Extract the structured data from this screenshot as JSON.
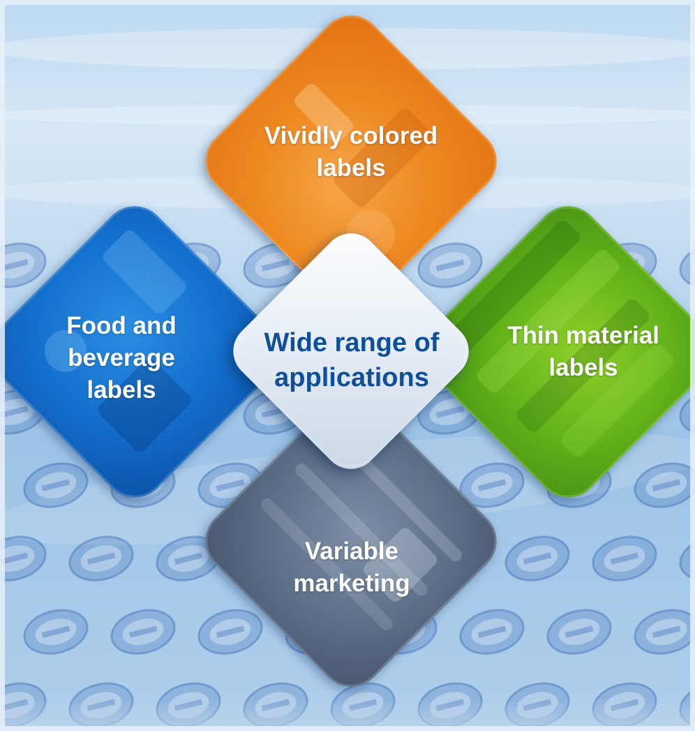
{
  "diagram": {
    "center": {
      "lines": [
        "Wide range of",
        "applications"
      ],
      "color": "#0d4f9b"
    },
    "top": {
      "lines": [
        "Vividly colored",
        "labels"
      ],
      "color": "#ee8a22"
    },
    "left": {
      "lines": [
        "Food and",
        "beverage",
        "labels"
      ],
      "color": "#1470cd"
    },
    "right": {
      "lines": [
        "Thin material",
        "labels"
      ],
      "color": "#62b21a"
    },
    "bottom": {
      "lines": [
        "Variable",
        "marketing"
      ],
      "color": "#5c6f88"
    }
  }
}
